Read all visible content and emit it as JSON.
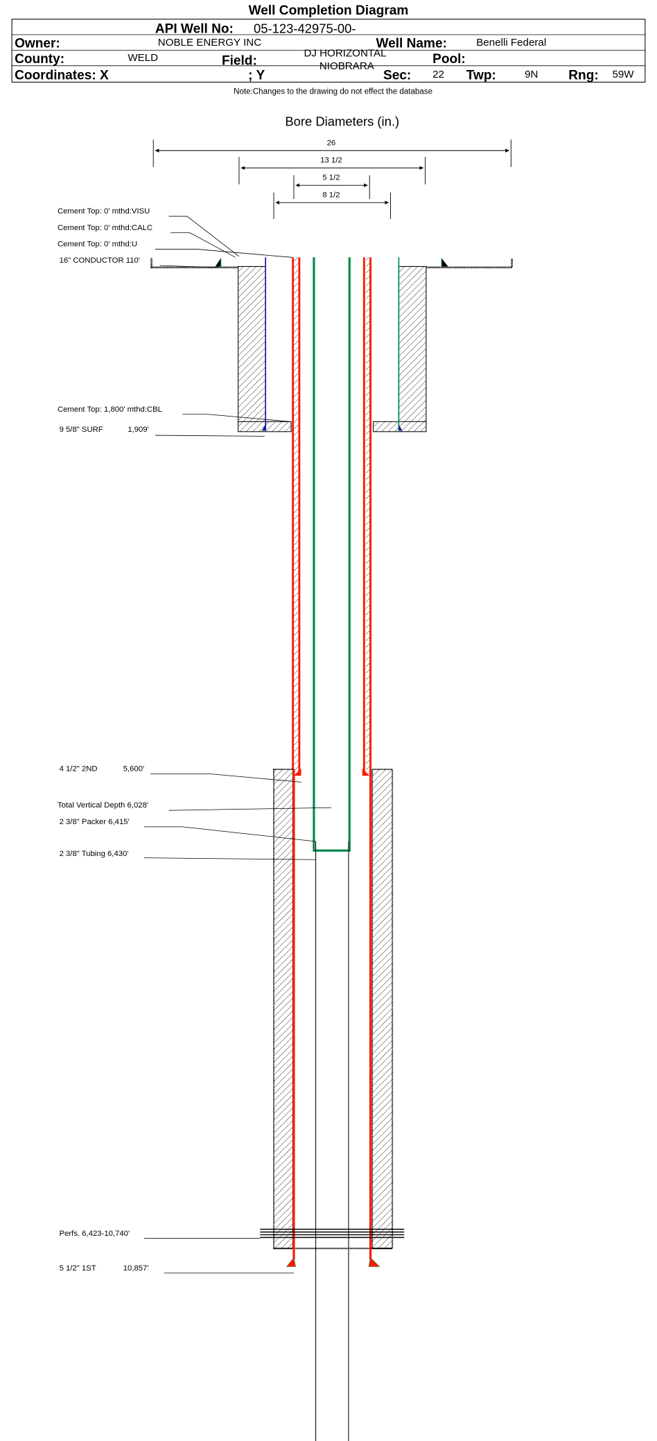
{
  "title": "Well Completion Diagram",
  "header": {
    "api_label": "API Well No:",
    "api_value": "05-123-42975-00-",
    "owner_label": "Owner:",
    "owner_value": "NOBLE ENERGY INC",
    "well_name_label": "Well Name:",
    "well_name_value": "Benelli Federal",
    "county_label": "County:",
    "county_value": "WELD",
    "field_label": "Field:",
    "field_value_line1": "DJ HORIZONTAL",
    "field_value_line2": "NIOBRARA",
    "pool_label": "Pool:",
    "coords_label": "Coordinates: X",
    "coords_y_label": "; Y",
    "sec_label": "Sec:",
    "sec_value": "22",
    "twp_label": "Twp:",
    "twp_value": "9N",
    "rng_label": "Rng:",
    "rng_value": "59W"
  },
  "note": "Note:Changes to the drawing do not effect the database",
  "bore": {
    "title": "Bore Diameters (in.)",
    "dims": [
      "26",
      "13 1/2",
      "5 1/2",
      "8 1/2"
    ]
  },
  "labels": {
    "cement_visu": "Cement Top: 0' mthd:VISU",
    "cement_calc": "Cement Top: 0' mthd:CALC",
    "cement_u": "Cement Top: 0' mthd:U",
    "conductor": "16\" CONDUCTOR  110'",
    "cement_cbl": "Cement Top: 1,800' mthd:CBL",
    "surf_name": "9 5/8\" SURF",
    "surf_depth": "1,909'",
    "second_name": "4 1/2\" 2ND",
    "second_depth": "5,600'",
    "tvd": "Total Vertical Depth 6,028'",
    "packer": "2 3/8\" Packer 6,415'",
    "tubing": "2 3/8\" Tubing 6,430'",
    "perfs": "Perfs. 6,423-10,740'",
    "first_name": "5 1/2\" 1ST",
    "first_depth": "10,857'"
  },
  "colors": {
    "casing_red": "#ff1a00",
    "tubing_green": "#008a4a",
    "surface_blue": "#1a1aa0"
  }
}
